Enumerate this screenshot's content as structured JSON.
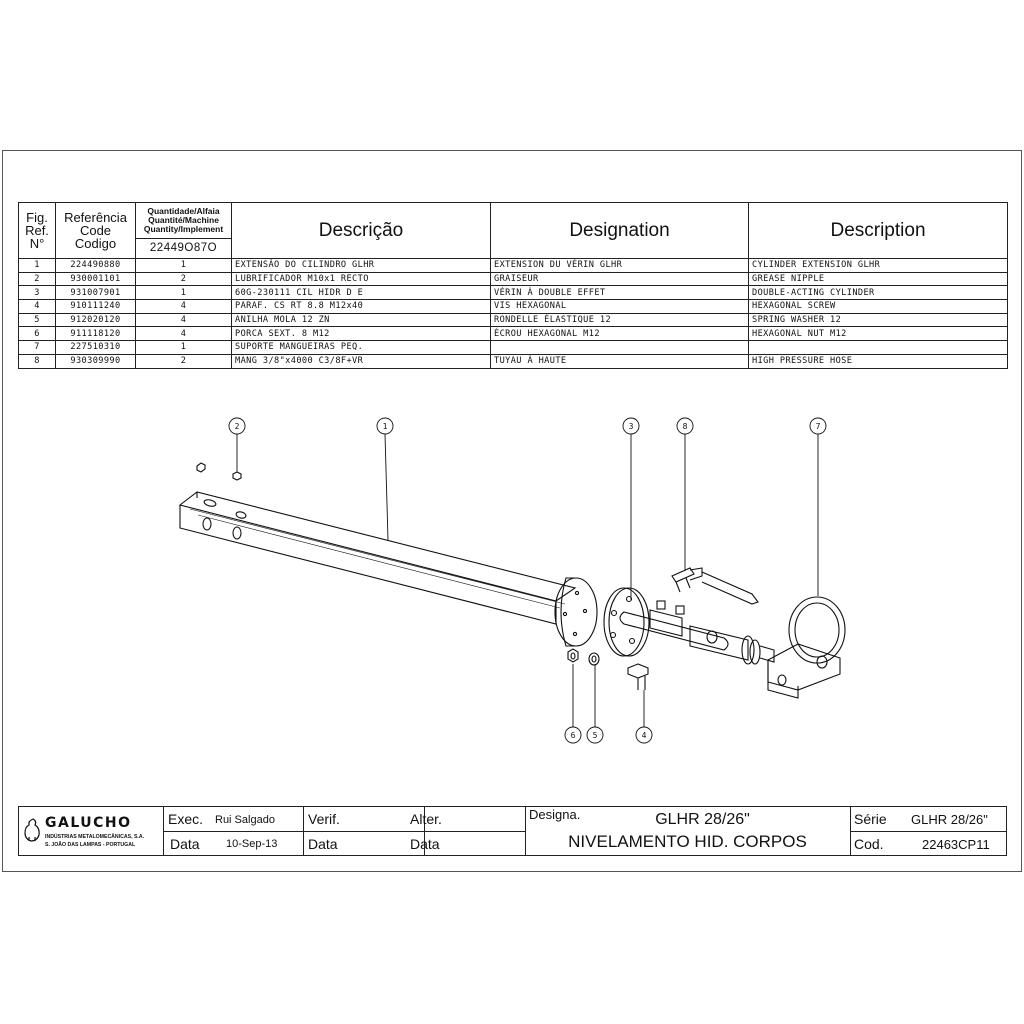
{
  "table": {
    "headers": {
      "fig": [
        "Fig.",
        "Ref.",
        "N°"
      ],
      "ref": [
        "Referência",
        "Code",
        "Codigo"
      ],
      "qty_top": [
        "Quantidade/Alfaia",
        "Quantité/Machine",
        "Quantity/Implement"
      ],
      "qty_code": "22449O87O",
      "pt": "Descrição",
      "fr": "Designation",
      "en": "Description"
    },
    "rows": [
      {
        "fig": "1",
        "code": "224490880",
        "qty": "1",
        "pt": "EXTENSÃO DO CILINDRO GLHR",
        "fr": "EXTENSION DU VÉRIN GLHR",
        "en": "CYLINDER EXTENSION GLHR"
      },
      {
        "fig": "2",
        "code": "930001101",
        "qty": "2",
        "pt": "LUBRIFICADOR M10x1 RECTO",
        "fr": "GRAISEUR",
        "en": "GREASE NIPPLE"
      },
      {
        "fig": "3",
        "code": "931007901",
        "qty": "1",
        "pt": "60G-230111 CIL HIDR D E",
        "fr": "VÉRIN À DOUBLE EFFET",
        "en": "DOUBLE-ACTING CYLINDER"
      },
      {
        "fig": "4",
        "code": "910111240",
        "qty": "4",
        "pt": "PARAF. CS RT 8.8 M12x40",
        "fr": "VIS HEXAGONAL",
        "en": "HEXAGONAL SCREW"
      },
      {
        "fig": "5",
        "code": "912020120",
        "qty": "4",
        "pt": "ANILHA MOLA 12 ZN",
        "fr": "RONDELLE ÉLASTIQUE 12",
        "en": "SPRING WASHER 12"
      },
      {
        "fig": "6",
        "code": "911118120",
        "qty": "4",
        "pt": "PORCA SEXT. 8 M12",
        "fr": "ÉCROU HEXAGONAL M12",
        "en": "HEXAGONAL NUT M12"
      },
      {
        "fig": "7",
        "code": "227510310",
        "qty": "1",
        "pt": "SUPORTE MANGUEIRAS PEQ.",
        "fr": "",
        "en": ""
      },
      {
        "fig": "8",
        "code": "930309990",
        "qty": "2",
        "pt": "MANG 3/8\"x4000 C3/8F+VR",
        "fr": "TUYAU À HAUTE",
        "en": "HIGH PRESSURE HOSE"
      }
    ]
  },
  "callouts": [
    "1",
    "2",
    "3",
    "4",
    "5",
    "6",
    "7",
    "8"
  ],
  "titleblock": {
    "logo": "GALUCHO",
    "company": "INDÚSTRIAS METALOMECÂNICAS, S.A.",
    "address": "S. JOÃO DAS LAMPAS - PORTUGAL",
    "exec_label": "Exec.",
    "exec_value": "Rui Salgado",
    "verif_label": "Verif.",
    "alter_label": "Alter.",
    "data_label": "Data",
    "data_value": "10-Sep-13",
    "designa_label": "Designa.",
    "designa_line1": "GLHR 28/26\"",
    "designa_line2": "NIVELAMENTO HID. CORPOS",
    "serie_label": "Série",
    "serie_value": "GLHR 28/26\"",
    "cod_label": "Cod.",
    "cod_value": "22463CP11"
  }
}
